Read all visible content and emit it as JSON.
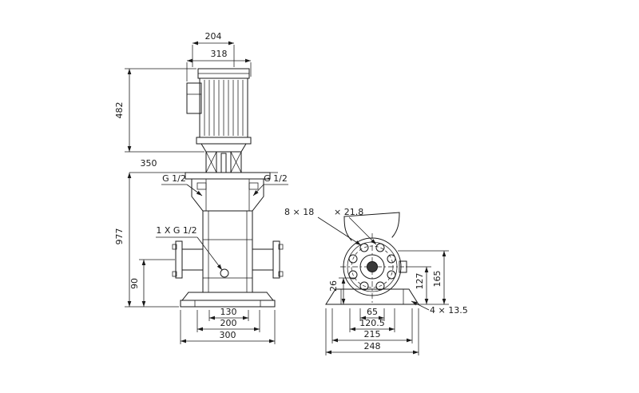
{
  "page": {
    "background": "#ffffff",
    "line_color": "#1a1a1a"
  },
  "front_view": {
    "dims": {
      "d204": "204",
      "d318": "318",
      "d482": "482",
      "d350": "350",
      "port_left": "G 1/2",
      "port_right": "G 1/2",
      "d977": "977",
      "drain": "1 X G 1/2",
      "d90": "90",
      "d130": "130",
      "d200": "200",
      "d300": "300"
    }
  },
  "side_view": {
    "dims": {
      "bolt_spec": "8 × 18",
      "bolt_depth": "× 21.8",
      "d127": "127",
      "d165": "165",
      "d26": "26",
      "d65": "65",
      "d120_5": "120.5",
      "d215": "215",
      "d248": "248",
      "foot_holes": "4 × 13.5"
    }
  }
}
